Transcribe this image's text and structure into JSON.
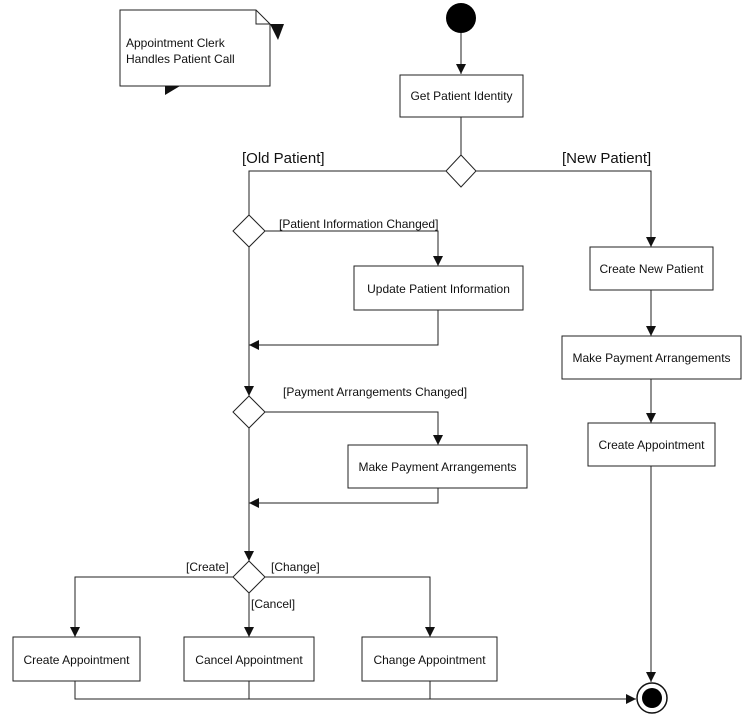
{
  "note": {
    "line1": "Appointment Clerk",
    "line2": "Handles Patient Call"
  },
  "actions": {
    "get_patient_identity": "Get Patient Identity",
    "update_patient_information": "Update Patient Information",
    "make_payment_arrangements_old": "Make Payment Arrangements",
    "create_new_patient": "Create New Patient",
    "make_payment_arrangements_new": "Make Payment Arrangements",
    "create_appointment_new": "Create Appointment",
    "create_appointment_old": "Create Appointment",
    "cancel_appointment": "Cancel Appointment",
    "change_appointment": "Change Appointment"
  },
  "guards": {
    "old_patient": "[Old Patient]",
    "new_patient": "[New Patient]",
    "patient_information_changed": "[Patient Information Changed]",
    "payment_arrangements_changed": "[Payment Arrangements Changed]",
    "create": "[Create]",
    "change": "[Change]",
    "cancel": "[Cancel]"
  },
  "colors": {
    "line": "#222222",
    "node_fill": "#ffffff",
    "initial_node": "#000000"
  }
}
